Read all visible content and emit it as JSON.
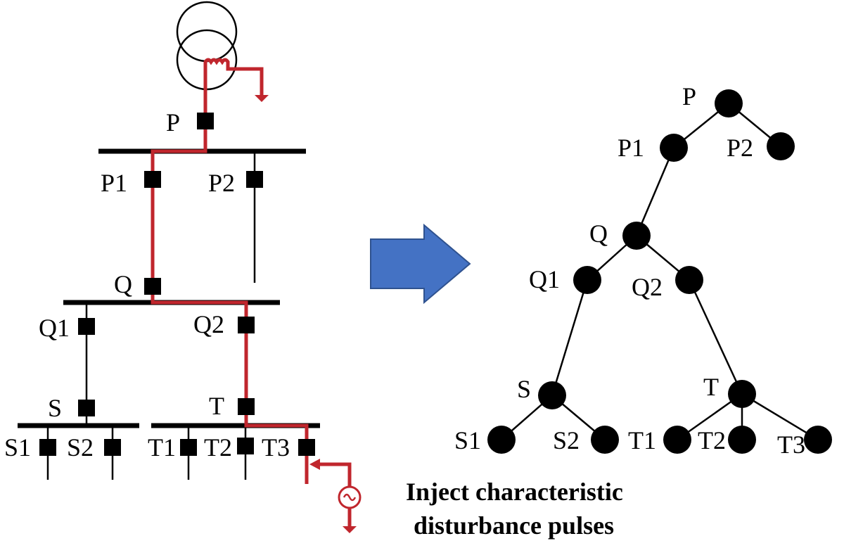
{
  "colors": {
    "injection_path": "#c0262d",
    "arrow_fill": "#4472c4",
    "arrow_stroke": "#2f528f",
    "line": "#000000"
  },
  "single_line_diagram": {
    "breakers": {
      "P": "P",
      "P1": "P1",
      "P2": "P2",
      "Q": "Q",
      "Q1": "Q1",
      "Q2": "Q2",
      "S": "S",
      "T": "T",
      "S1": "S1",
      "S2": "S2",
      "T1": "T1",
      "T2": "T2",
      "T3": "T3"
    },
    "caption_line1": "Inject characteristic",
    "caption_line2": "disturbance pulses"
  },
  "tree": {
    "nodes": {
      "P": "P",
      "P1": "P1",
      "P2": "P2",
      "Q": "Q",
      "Q1": "Q1",
      "Q2": "Q2",
      "S": "S",
      "T": "T",
      "S1": "S1",
      "S2": "S2",
      "T1": "T1",
      "T2": "T2",
      "T3": "T3"
    }
  }
}
